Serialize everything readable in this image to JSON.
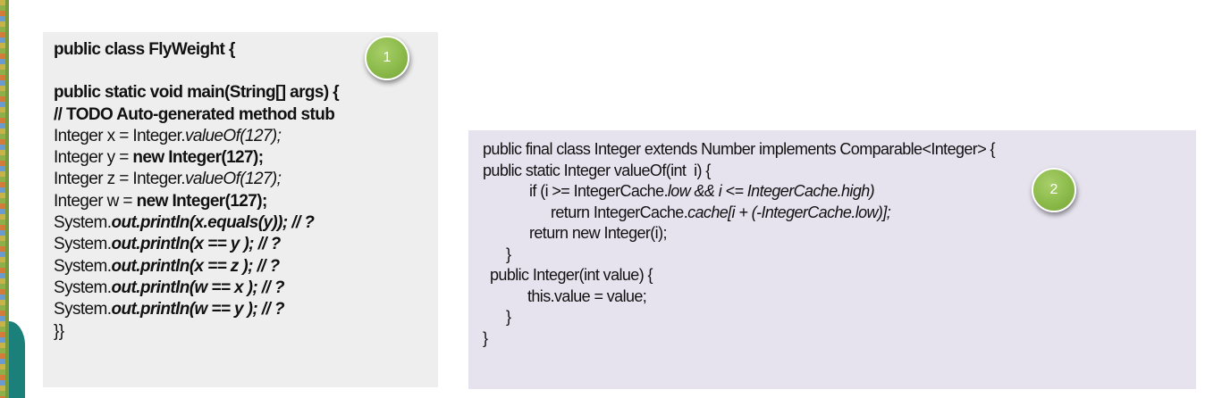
{
  "badges": {
    "one": "1",
    "two": "2"
  },
  "panel1": {
    "l1": "public class FlyWeight {",
    "l3": "public static void main(String[] args) {",
    "l4": "// TODO Auto-generated method stub",
    "l5a": "Integer x = Integer.",
    "l5b": "valueOf(127);",
    "l6a": "Integer y = ",
    "l6b": "new Integer(127);",
    "l7a": "Integer z = Integer.",
    "l7b": "valueOf(127);",
    "l8a": "Integer w = ",
    "l8b": "new Integer(127);",
    "l9a": "System.",
    "l9b": "out.println(x.equals(y)); // ?",
    "l10a": "System.",
    "l10b": "out.println(x == y ); // ?",
    "l11a": "System.",
    "l11b": "out.println(x == z ); // ?",
    "l12a": "System.",
    "l12b": "out.println(w == x ); // ?",
    "l13a": "System.",
    "l13b": "out.println(w == y ); // ?",
    "l14": "}}"
  },
  "panel2": {
    "l1": "public final class Integer extends Number implements Comparable<Integer> {",
    "l2": "public static Integer valueOf(int  i) {",
    "l3a": "if (i >= IntegerCache.",
    "l3b": "low && i <= IntegerCache.high)",
    "l4a": "return IntegerCache.",
    "l4b": "cache[i + (-IntegerCache.low)];",
    "l5": "return new Integer(i);",
    "l6": "}",
    "l7": "public Integer(int value) {",
    "l8": "this.value = value;",
    "l9": "}",
    "l10": "}"
  }
}
